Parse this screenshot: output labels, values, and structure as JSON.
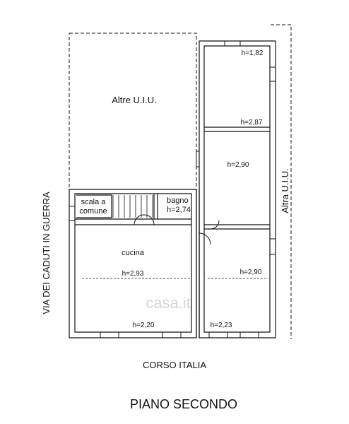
{
  "labels": {
    "altre_uiu": "Altre U.I.U.",
    "altra_uiu": "Altra U.I.U.",
    "via": "VIA DEI CADUTI IN GUERRA",
    "corso": "CORSO ITALIA",
    "piano": "PIANO SECONDO",
    "scala_1": "scala a",
    "scala_2": "comune",
    "bagno": "bagno",
    "bagno_h": "h=2,74",
    "cucina": "cucina",
    "h_182": "h=1,82",
    "h_287": "h=2,87",
    "h_290_top": "h=2,90",
    "h_290_right": "h=2,90",
    "h_293": "h=2,93",
    "h_220": "h=2,20",
    "h_223": "h=2,23"
  },
  "watermark": "casa.it",
  "colors": {
    "line": "#111111",
    "watermark": "#d6d6d6"
  }
}
